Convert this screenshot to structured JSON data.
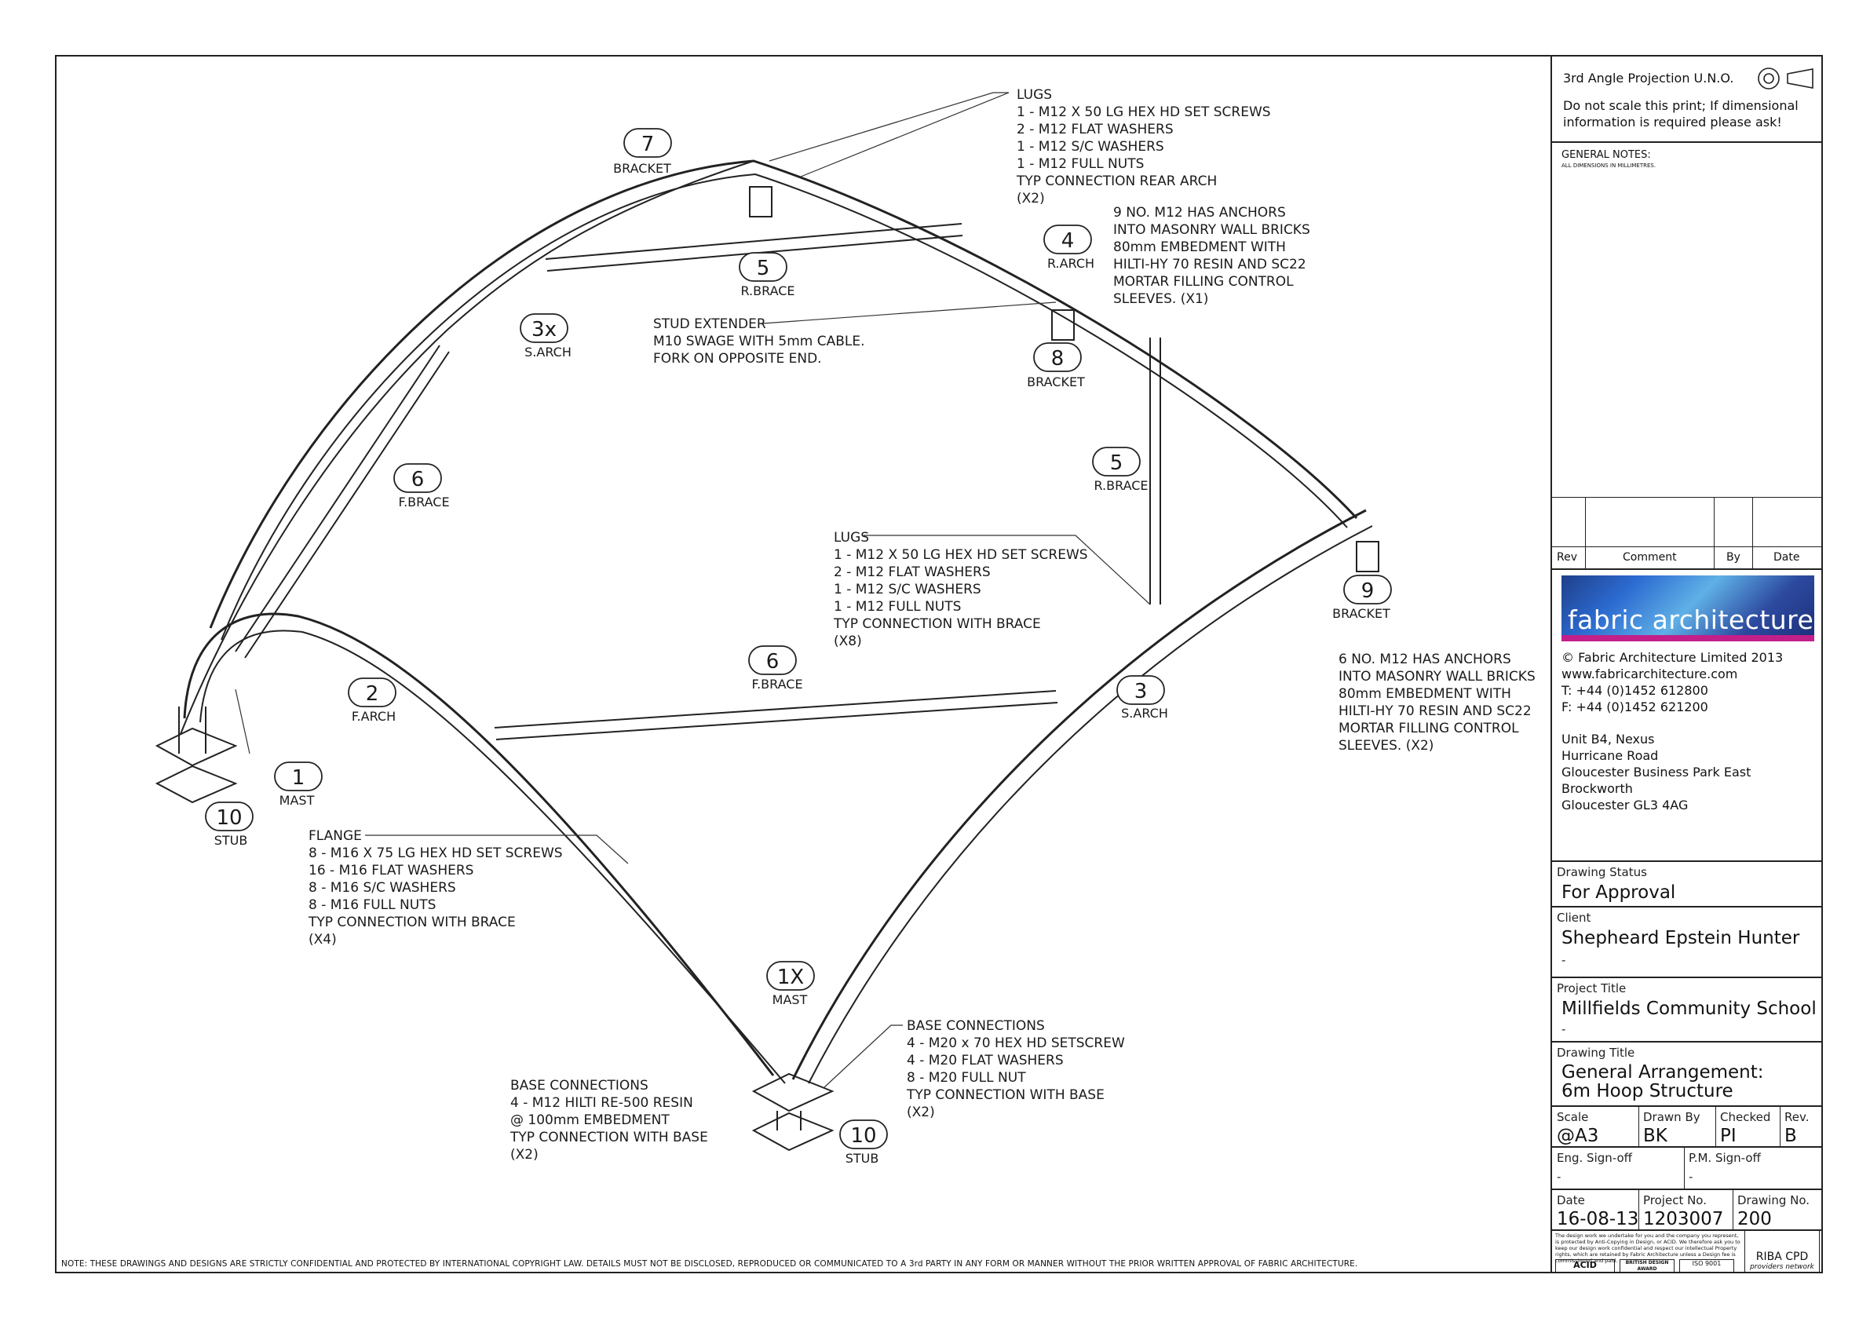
{
  "footer_note": "NOTE: THESE DRAWINGS AND DESIGNS ARE STRICTLY CONFIDENTIAL AND PROTECTED BY INTERNATIONAL COPYRIGHT LAW. DETAILS MUST NOT BE DISCLOSED, REPRODUCED OR COMMUNICATED TO A 3rd PARTY IN ANY FORM OR MANNER WITHOUT THE PRIOR WRITTEN APPROVAL OF FABRIC ARCHITECTURE.",
  "callouts": {
    "c7": {
      "num": "7",
      "label": "BRACKET"
    },
    "c5a": {
      "num": "5",
      "label": "R.BRACE"
    },
    "c4": {
      "num": "4",
      "label": "R.ARCH"
    },
    "c3x": {
      "num": "3x",
      "label": "S.ARCH"
    },
    "c8": {
      "num": "8",
      "label": "BRACKET"
    },
    "c6a": {
      "num": "6",
      "label": "F.BRACE"
    },
    "c5b": {
      "num": "5",
      "label": "R.BRACE"
    },
    "c9": {
      "num": "9",
      "label": "BRACKET"
    },
    "c2": {
      "num": "2",
      "label": "F.ARCH"
    },
    "c6b": {
      "num": "6",
      "label": "F.BRACE"
    },
    "c3": {
      "num": "3",
      "label": "S.ARCH"
    },
    "c1": {
      "num": "1",
      "label": "MAST"
    },
    "c10a": {
      "num": "10",
      "label": "STUB"
    },
    "c1x": {
      "num": "1X",
      "label": "MAST"
    },
    "c10b": {
      "num": "10",
      "label": "STUB"
    }
  },
  "notes": {
    "lugs_top": [
      "LUGS",
      "1 - M12 X 50 LG HEX HD SET SCREWS",
      "2 - M12 FLAT WASHERS",
      "1 - M12 S/C WASHERS",
      "1 - M12 FULL NUTS",
      "TYP CONNECTION REAR ARCH",
      "(X2)"
    ],
    "anchors_top": [
      "9 NO. M12 HAS ANCHORS",
      "INTO MASONRY WALL BRICKS",
      "80mm EMBEDMENT WITH",
      "HILTI-HY 70 RESIN AND SC22",
      "MORTAR FILLING CONTROL",
      "SLEEVES. (X1)"
    ],
    "stud": [
      "STUD EXTENDER",
      "M10 SWAGE WITH 5mm CABLE.",
      "FORK ON OPPOSITE END."
    ],
    "lugs_mid": [
      "LUGS",
      "1 - M12 X 50 LG HEX HD SET SCREWS",
      "2 - M12 FLAT WASHERS",
      "1 - M12 S/C WASHERS",
      "1 - M12 FULL NUTS",
      "TYP CONNECTION WITH BRACE",
      "(X8)"
    ],
    "anchors_right": [
      "6 NO. M12 HAS ANCHORS",
      "INTO MASONRY WALL BRICKS",
      "80mm EMBEDMENT WITH",
      "HILTI-HY 70 RESIN AND SC22",
      "MORTAR FILLING CONTROL",
      "SLEEVES. (X2)"
    ],
    "flange": [
      "FLANGE",
      "8 - M16 X 75 LG HEX HD SET SCREWS",
      "16 - M16 FLAT WASHERS",
      "8 - M16 S/C WASHERS",
      "8 - M16 FULL NUTS",
      "TYP CONNECTION WITH BRACE",
      "(X4)"
    ],
    "base_right": [
      "BASE CONNECTIONS",
      "4 - M20 x 70 HEX HD SETSCREW",
      "4 - M20 FLAT WASHERS",
      "8 - M20 FULL NUT",
      "TYP CONNECTION WITH BASE",
      "(X2)"
    ],
    "base_left": [
      "BASE CONNECTIONS",
      "4 - M12 HILTI RE-500 RESIN",
      "@ 100mm EMBEDMENT",
      "TYP CONNECTION WITH BASE",
      "(X2)"
    ]
  },
  "title_block": {
    "projection": "3rd Angle Projection U.N.O.",
    "scale_warning_1": "Do not scale this print; If dimensional",
    "scale_warning_2": "information is required please ask!",
    "general_notes": "GENERAL NOTES:",
    "general_notes_sub": "ALL DIMENSIONS IN MILLIMETRES.",
    "rev_headers": {
      "rev": "Rev",
      "comment": "Comment",
      "by": "By",
      "date": "Date"
    },
    "logo_text": "fabric architecture",
    "company": [
      "© Fabric Architecture Limited 2013",
      "www.fabricarchitecture.com",
      "T: +44 (0)1452 612800",
      "F: +44 (0)1452 621200"
    ],
    "address": [
      "Unit B4, Nexus",
      "Hurricane Road",
      "Gloucester Business Park East",
      "Brockworth",
      "Gloucester GL3 4AG"
    ],
    "drawing_status_label": "Drawing Status",
    "drawing_status": "For Approval",
    "client_label": "Client",
    "client": "Shepheard Epstein Hunter",
    "client_sub": "-",
    "project_label": "Project Title",
    "project": "Millfields Community School",
    "project_sub": "-",
    "drawing_title_label": "Drawing Title",
    "drawing_title_1": "General Arrangement:",
    "drawing_title_2": "6m Hoop Structure",
    "scale_label": "Scale",
    "scale": "@A3",
    "drawn_label": "Drawn By",
    "drawn": "BK",
    "checked_label": "Checked",
    "checked": "PI",
    "rev_label": "Rev.",
    "rev": "B",
    "eng_label": "Eng. Sign-off",
    "eng": "-",
    "pm_label": "P.M. Sign-off",
    "pm": "-",
    "date_label": "Date",
    "date": "16-08-13",
    "projno_label": "Project No.",
    "projno": "1203007",
    "drawno_label": "Drawing No.",
    "drawno": "200",
    "disclaimer": "The design work we undertake for you and the company you represent, is protected by Anti-Copying in Design, or ACID. We therefore ask you to keep our design work confidential and respect our intellectual Property rights, which are retained by Fabric Architecture unless a Design fee is commissioned and paid.",
    "badges": {
      "acid": "ACID",
      "british_design": "BRITISH DESIGN AWARD",
      "iso": "ISO 9001",
      "riba": "RIBA CPD",
      "riba_sub": "providers network"
    }
  }
}
